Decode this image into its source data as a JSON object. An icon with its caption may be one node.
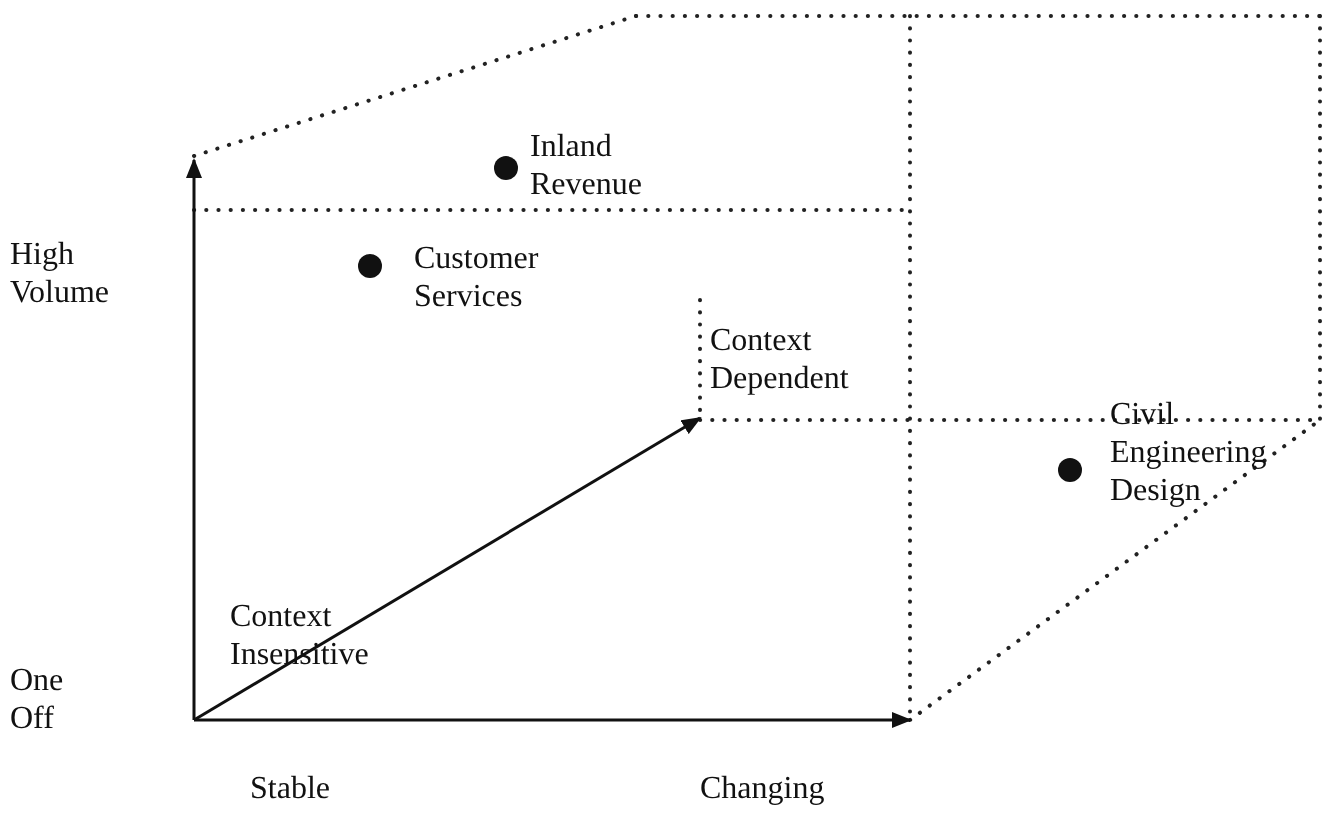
{
  "diagram": {
    "labels": [
      "Inland Revenue",
      "High Volume",
      "Customer Services",
      "Context Dependent",
      "Civil Engineering Design",
      "Context Insensitive",
      "One Off",
      "Stable",
      "Changing"
    ]
  }
}
